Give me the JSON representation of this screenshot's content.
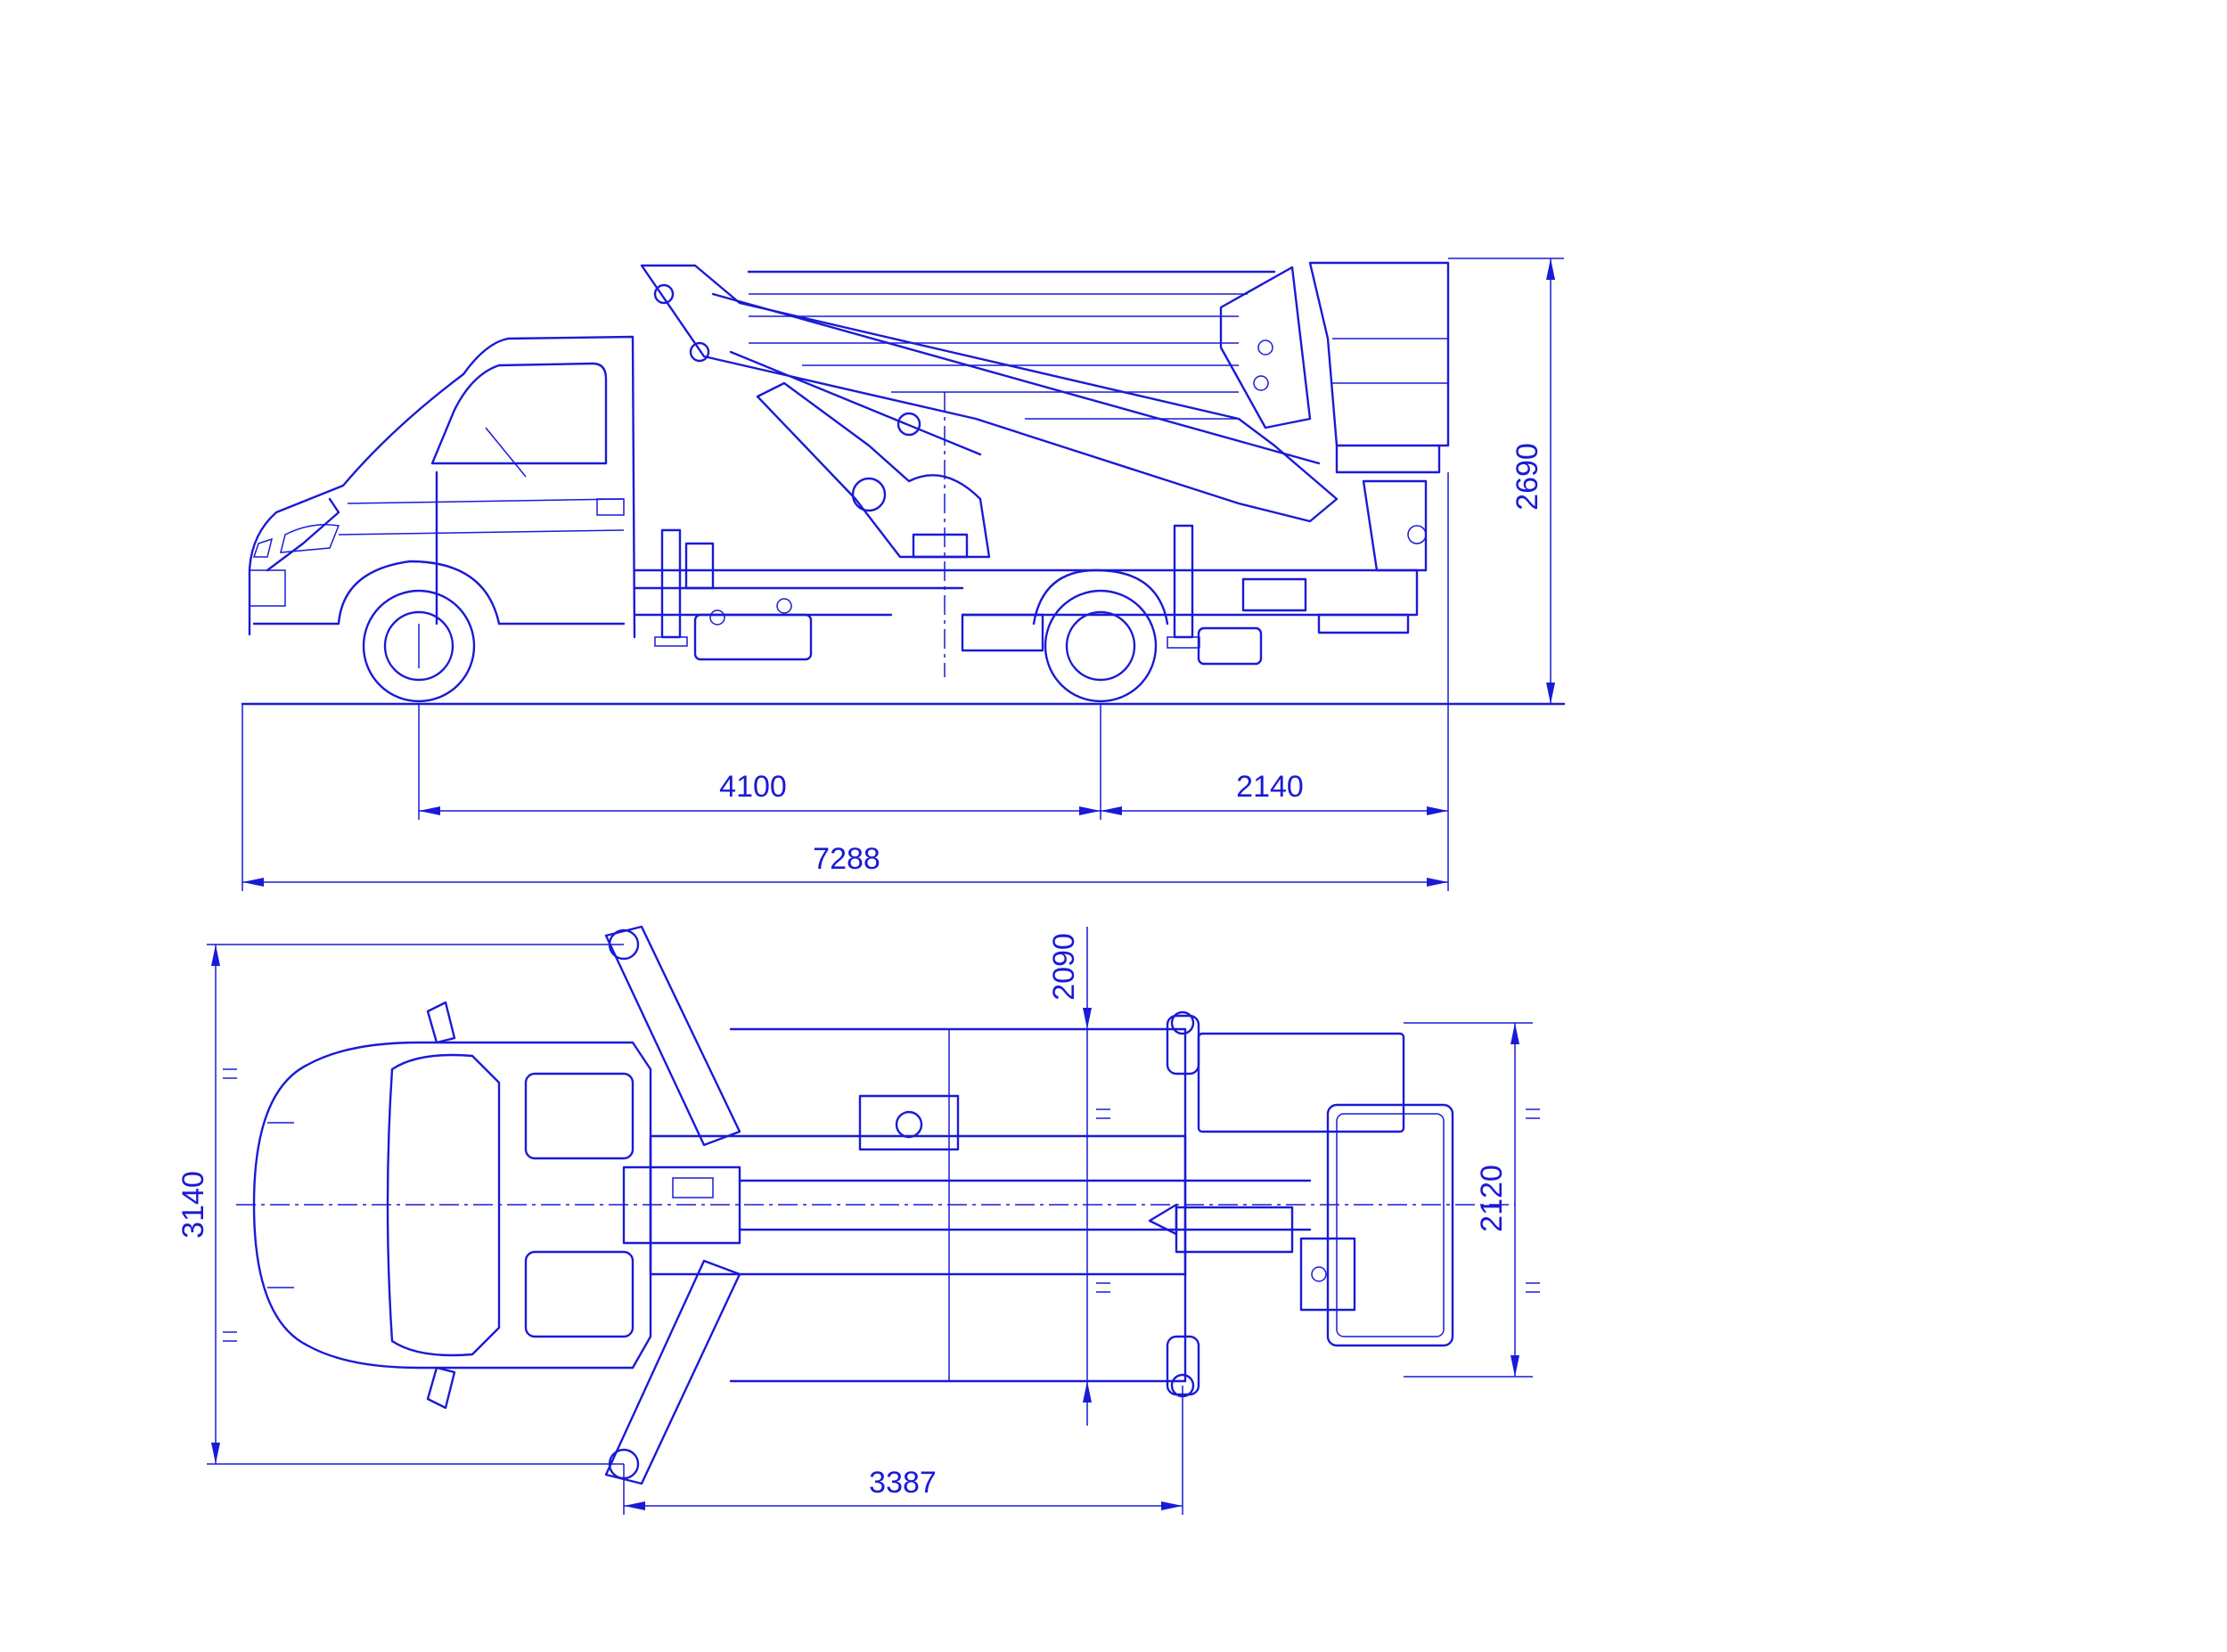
{
  "colors": {
    "line": "#1a1ad6",
    "background": "#ffffff"
  },
  "side_view": {
    "dimensions": {
      "wheelbase": "4100",
      "rear_overhang": "2140",
      "overall_length": "7288",
      "overall_height": "2690"
    }
  },
  "top_view": {
    "dimensions": {
      "outrigger_span": "3140",
      "outrigger_spacing": "3387",
      "outrigger_offset": "2090",
      "vehicle_width": "2120"
    }
  }
}
